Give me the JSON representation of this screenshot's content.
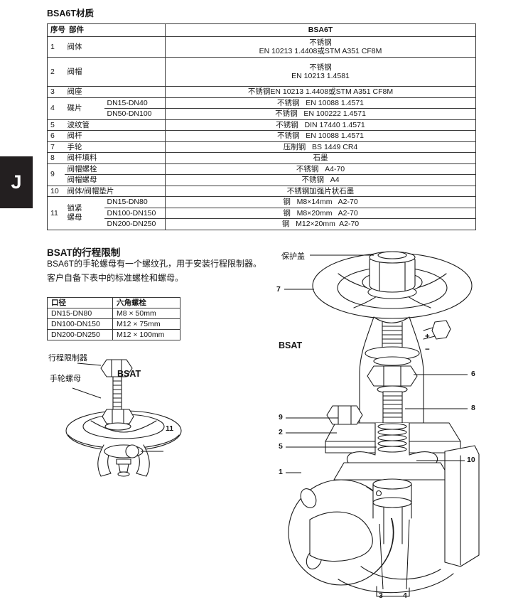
{
  "sidebar_tab": "J",
  "materials": {
    "title": "BSA6T材质",
    "header": {
      "no": "序号",
      "part": "部件",
      "value": "BSA6T"
    },
    "rows": {
      "r1": {
        "no": "1",
        "part": "阀体",
        "value": "不锈钢\nEN 10213 1.4408或STM A351 CF8M"
      },
      "r2": {
        "no": "2",
        "part": "阀帽",
        "value": "不锈钢\nEN 10213 1.4581"
      },
      "r3": {
        "no": "3",
        "part": "阀座",
        "value": "不锈钢EN 10213 1.4408或STM A351 CF8M"
      },
      "r4": {
        "no": "4",
        "part": "碟片",
        "sub1_size": "DN15-DN40",
        "sub1_value": "不锈钢   EN 10088 1.4571",
        "sub2_size": "DN50-DN100",
        "sub2_value": "不锈钢   EN 100222 1.4571"
      },
      "r5": {
        "no": "5",
        "part": "波纹管",
        "value": "不锈钢   DIN 17440 1.4571"
      },
      "r6": {
        "no": "6",
        "part": "阀杆",
        "value": "不锈钢   EN 10088 1.4571"
      },
      "r7": {
        "no": "7",
        "part": "手轮",
        "value": "压制钢   BS 1449 CR4"
      },
      "r8": {
        "no": "8",
        "part": "阀杆填料",
        "value": "石墨"
      },
      "r9": {
        "no": "9",
        "part_a": "阀帽螺栓",
        "value_a": "不锈钢   A4-70",
        "part_b": "阀帽螺母",
        "value_b": "不锈钢   A4"
      },
      "r10": {
        "no": "10",
        "part": "阀体/阀帽垫片",
        "value": "不锈钢加强片状石墨"
      },
      "r11": {
        "no": "11",
        "part": "锁紧\n螺母",
        "sub1_size": "DN15-DN80",
        "sub1_value": "钢   M8×14mm   A2-70",
        "sub2_size": "DN100-DN150",
        "sub2_value": "钢   M8×20mm   A2-70",
        "sub3_size": "DN200-DN250",
        "sub3_value": "钢   M12×20mm  A2-70"
      }
    }
  },
  "travel": {
    "heading": "BSAT的行程限制",
    "line1": "BSA6T的手轮螺母有一个螺纹孔，用于安装行程限制器。",
    "line2": "客户自备下表中的标准螺栓和螺母。",
    "bolt_table": {
      "col_size": "口径",
      "col_bolt": "六角螺栓",
      "rows": {
        "r1": {
          "size": "DN15-DN80",
          "bolt": "M8 × 50mm"
        },
        "r2": {
          "size": "DN100-DN150",
          "bolt": "M12 × 75mm"
        },
        "r3": {
          "size": "DN200-DN250",
          "bolt": "M12 × 100mm"
        }
      }
    }
  },
  "figure_left": {
    "label_travel_limiter": "行程限制器",
    "label_handwheel_nut": "手轮螺母",
    "label_model": "BSAT",
    "callout_11": "11"
  },
  "figure_right": {
    "label_protective_cap": "保护盖",
    "label_model": "BSAT",
    "plus": "+",
    "minus": "−",
    "callout_7": "7",
    "callout_6": "6",
    "callout_8": "8",
    "callout_9": "9",
    "callout_2": "2",
    "callout_5": "5",
    "callout_10": "10",
    "callout_1": "1",
    "callout_3": "3",
    "callout_4": "4"
  },
  "colors": {
    "text": "#161616",
    "border": "#3a3a3a",
    "tab_bg": "#231f20",
    "line_art": "#1c1c1c"
  }
}
